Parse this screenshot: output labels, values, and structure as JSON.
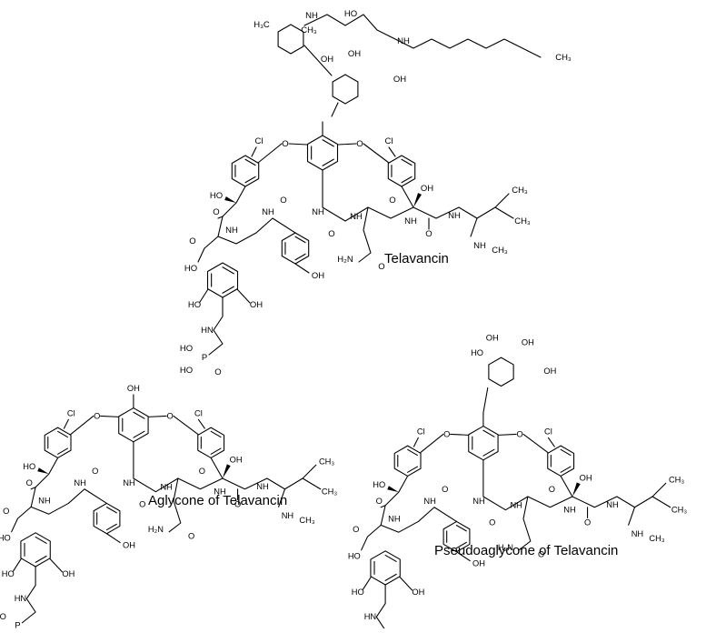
{
  "figure": {
    "molecules": [
      {
        "id": "telavancin",
        "caption": "Telavancin",
        "sugar_labels": [
          "HO",
          "NH",
          "NH",
          "OH",
          "OH",
          "OH",
          "CH₃",
          "CH₃",
          "H₃C"
        ],
        "chain_label": "CH₃"
      },
      {
        "id": "aglycone",
        "caption": "Aglycone of Telavancin",
        "top_label": "OH"
      },
      {
        "id": "pseudoaglycone",
        "caption": "Pseudoaglycone of Telavancin",
        "sugar_labels": [
          "HO",
          "OH",
          "OH",
          "OH"
        ]
      }
    ],
    "core_labels": {
      "cl_left": "Cl",
      "cl_right": "Cl",
      "o_left": "O",
      "o_right": "O",
      "ho_left": "HO",
      "oh_right": "OH",
      "nh_labels": [
        "NH",
        "NH",
        "NH",
        "NH",
        "NH",
        "NH"
      ],
      "o_labels": [
        "O",
        "O",
        "O",
        "O",
        "O"
      ],
      "acid_ho": "HO",
      "acid_o": "O",
      "amide_h2n": "H₂N",
      "amide_o": "O",
      "phenol_oh_1": "OH",
      "phenol_oh_2": "OH",
      "phenol_ho": "HO",
      "amine_hn": "HN",
      "methyl_nh": "NH",
      "methyl_ch3": "CH₃",
      "leucine_ch3_top": "CH₃",
      "leucine_ch3_bottom": "CH₃",
      "phos_p": "P",
      "phos_ho_1": "HO",
      "phos_ho_2": "HO",
      "phos_o": "O"
    }
  }
}
